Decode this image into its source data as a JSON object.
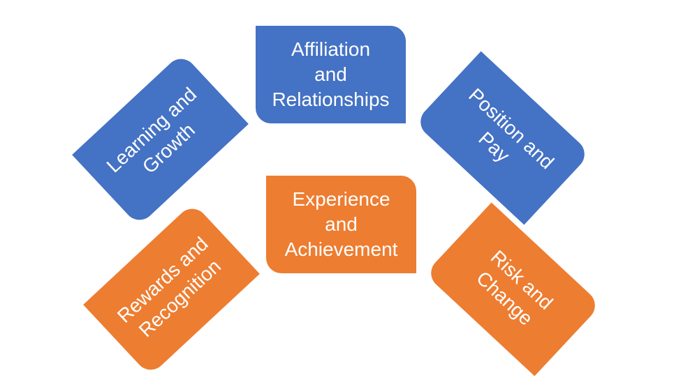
{
  "colors": {
    "blue": "#4472c4",
    "orange": "#ed7d31",
    "text": "#ffffff",
    "background": "#ffffff"
  },
  "boxes": {
    "affiliation": {
      "lines": [
        "Affiliation",
        "and",
        "Relationships"
      ],
      "color": "blue"
    },
    "learning": {
      "lines": [
        "Learning and",
        "Growth"
      ],
      "color": "blue"
    },
    "position": {
      "lines": [
        "Position and",
        "Pay"
      ],
      "color": "blue"
    },
    "experience": {
      "lines": [
        "Experience",
        "and",
        "Achievement"
      ],
      "color": "orange"
    },
    "rewards": {
      "lines": [
        "Rewards and",
        "Recognition"
      ],
      "color": "orange"
    },
    "risk": {
      "lines": [
        "Risk and",
        "Change"
      ],
      "color": "orange"
    }
  }
}
